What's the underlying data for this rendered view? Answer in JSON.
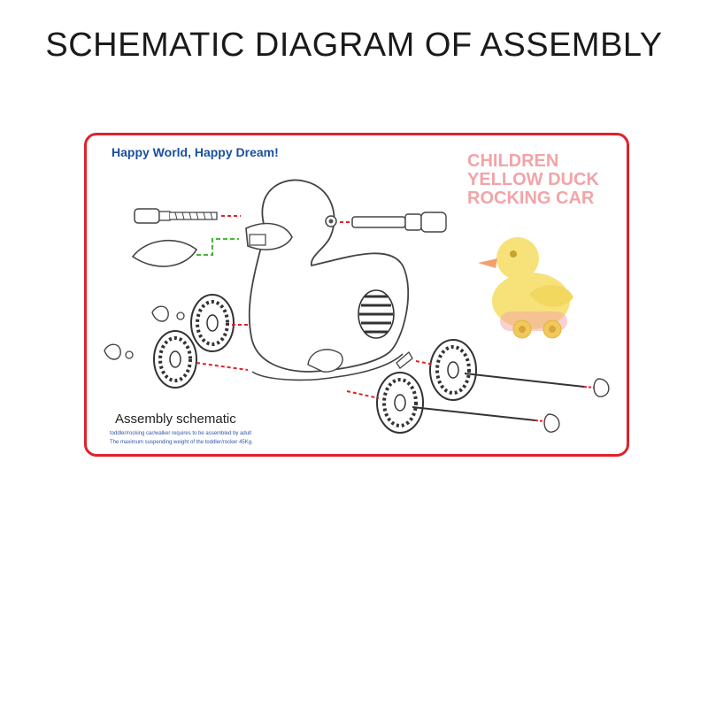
{
  "heading": "SCHEMATIC DIAGRAM OF ASSEMBLY",
  "slogan": "Happy World, Happy Dream!",
  "product_title": {
    "line1": "CHILDREN",
    "line2": "YELLOW DUCK",
    "line3": "ROCKING CAR"
  },
  "assembly": {
    "label": "Assembly schematic",
    "note1": "toddler/rocking car/walker requires to be assembled by adult",
    "note2": "The maximum suspending weight of the toddler/rocker 45Kg."
  },
  "colors": {
    "frame": "#e0212b",
    "slogan": "#1a4fa0",
    "title": "#f2a4a8",
    "duck": "#f7e27a",
    "green_guide": "#49b83a",
    "red_guide": "#e0212b"
  }
}
